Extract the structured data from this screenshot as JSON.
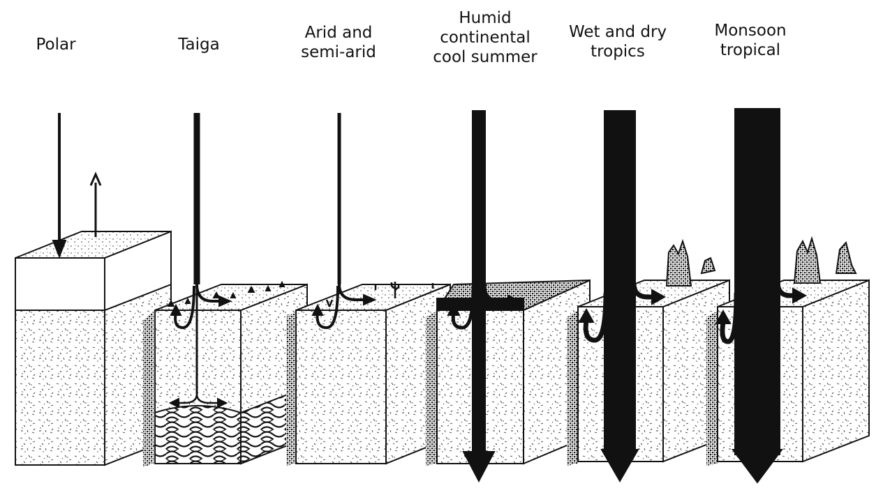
{
  "columns": [
    {
      "id": "polar",
      "lines": [
        "Polar"
      ]
    },
    {
      "id": "taiga",
      "lines": [
        "Taiga"
      ]
    },
    {
      "id": "arid",
      "lines": [
        "Arid and",
        "semi-arid"
      ]
    },
    {
      "id": "humid",
      "lines": [
        "Humid",
        "continental",
        "cool summer"
      ]
    },
    {
      "id": "wet",
      "lines": [
        "Wet and dry",
        "tropics"
      ]
    },
    {
      "id": "monsoon",
      "lines": [
        "Monsoon",
        "tropical"
      ]
    }
  ],
  "colors": {
    "ink": "#111111",
    "face": "#ffffff",
    "shade": "#1a1a1a"
  }
}
